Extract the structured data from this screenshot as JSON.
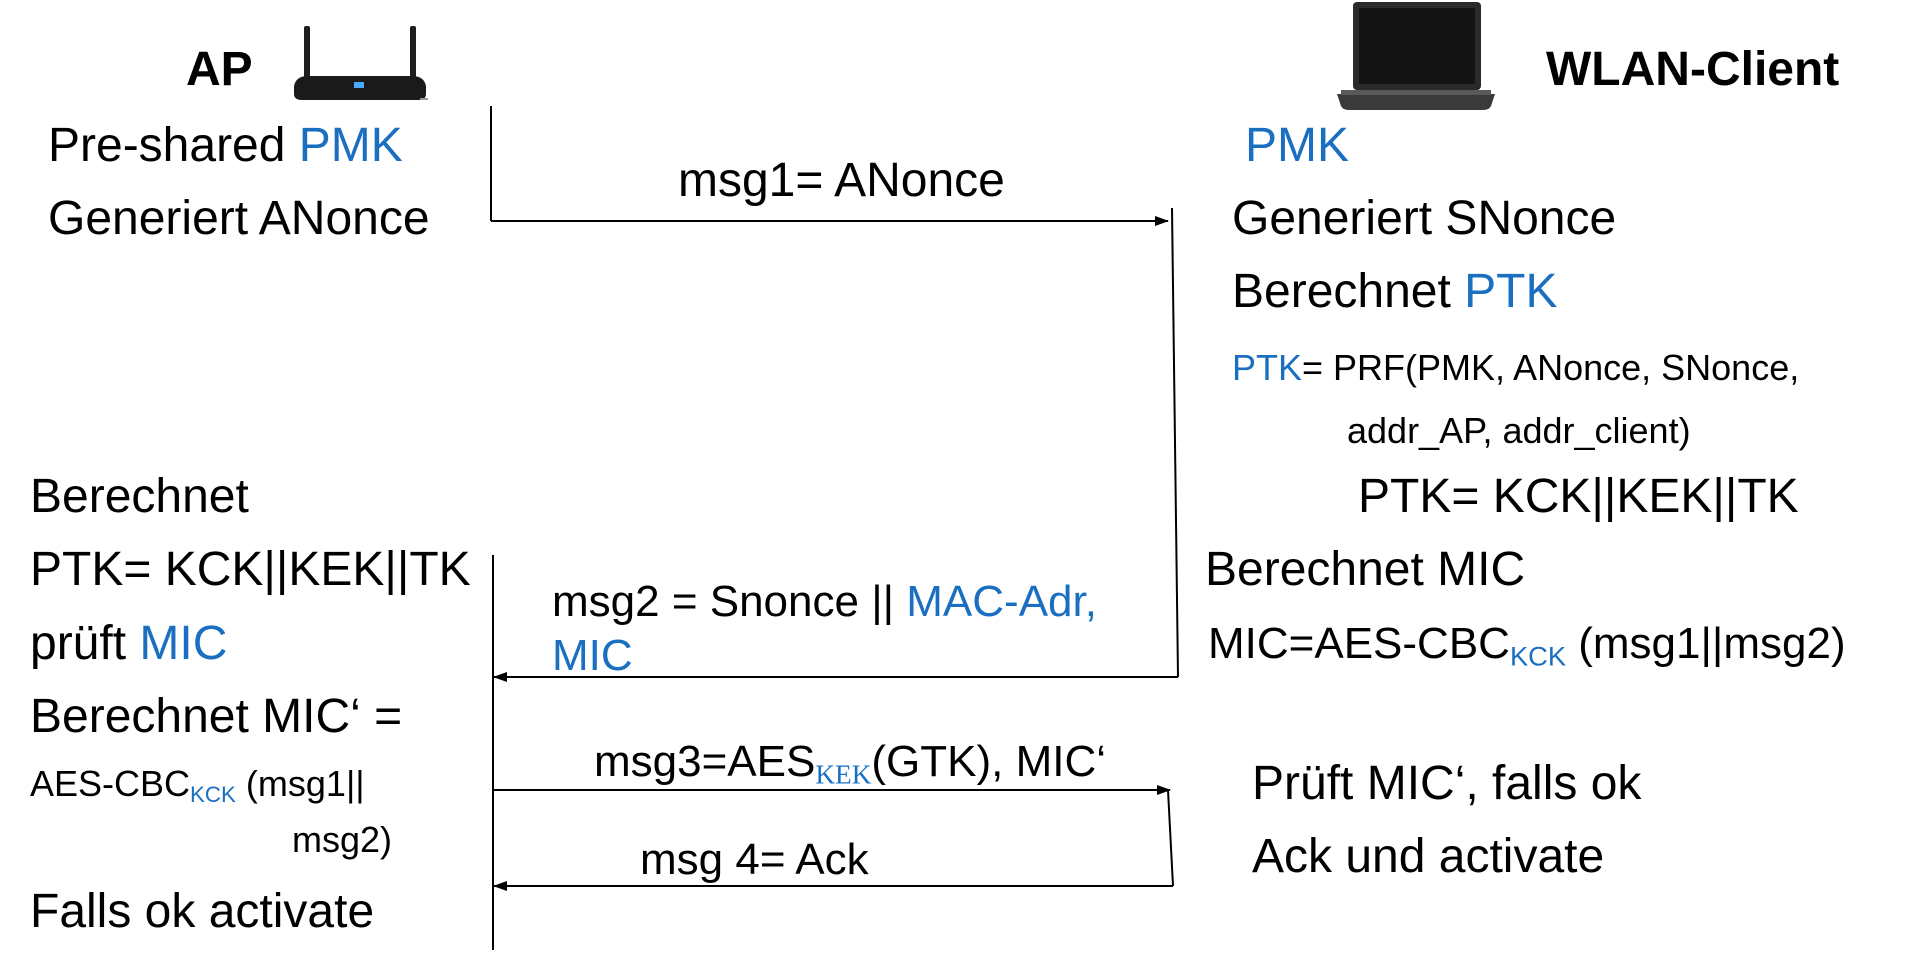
{
  "ap": {
    "title": "AP",
    "pmk_prefix": "Pre-shared ",
    "pmk_key": "PMK",
    "generiert": "Generiert ANonce",
    "berechnet": "Berechnet",
    "ptk_eq": "PTK= KCK||KEK||TK",
    "prueft": "prüft ",
    "prueft_key": "MIC",
    "mic2_eq": "Berechnet MIC‘ =",
    "aes_prefix": "AES-CBC",
    "aes_sub": "KCK",
    "aes_suffix": " (msg1||",
    "aes_cont": "msg2)",
    "falls": "Falls ok activate"
  },
  "client": {
    "title": "WLAN-Client",
    "pmk": "PMK",
    "generiert": "Generiert SNonce",
    "berechnet_prefix": "Berechnet ",
    "berechnet_key": "PTK",
    "ptk_formula_key": "PTK",
    "ptk_formula_rest": "= PRF(PMK, ANonce, SNonce,",
    "ptk_formula_cont": "addr_AP, addr_client)",
    "ptk_split": "PTK= KCK||KEK||TK",
    "berechnet_mic": "Berechnet MIC",
    "mic_prefix": "MIC=AES-CBC",
    "mic_sub": "KCK",
    "mic_suffix": " (msg1||msg2)",
    "prueft": "Prüft MIC‘, falls ok",
    "ack": "Ack und activate"
  },
  "messages": {
    "msg1": "msg1= ANonce",
    "msg2_prefix": "msg2 = Snonce || ",
    "msg2_key": "MAC-Adr,",
    "msg2_cont": "MIC",
    "msg3_prefix": "msg3=AES",
    "msg3_sub": "KEK",
    "msg3_suffix": "(GTK), MIC‘",
    "msg4": "msg 4= Ack"
  },
  "colors": {
    "accent": "#1a6fc0",
    "text": "#000000",
    "line": "#000000"
  },
  "icons": {
    "ap": "router-icon",
    "client": "laptop-icon"
  }
}
